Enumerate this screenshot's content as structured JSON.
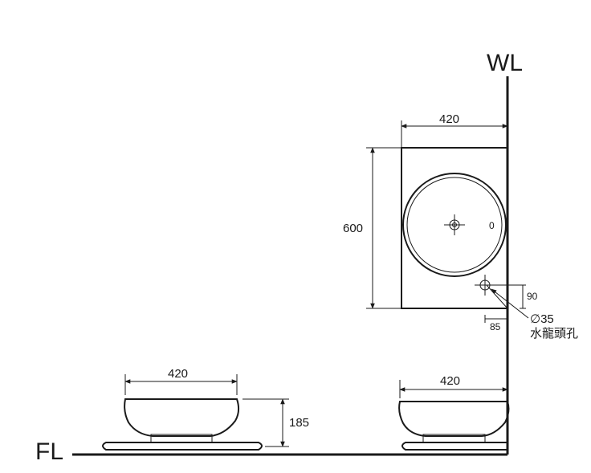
{
  "labels": {
    "wall_line": "WL",
    "floor_line": "FL",
    "hole_diameter": "∅35",
    "hole_name": "水龍頭孔",
    "drain_mark": "0"
  },
  "dimensions": {
    "top_width": "420",
    "top_depth": "600",
    "hole_from_edge_y": "90",
    "hole_from_edge_x": "85",
    "front_width": "420",
    "front_height": "185",
    "side_width": "420"
  },
  "colors": {
    "ink": "#1a1a1a",
    "background": "#ffffff",
    "basin_fill": "#ffffff"
  }
}
